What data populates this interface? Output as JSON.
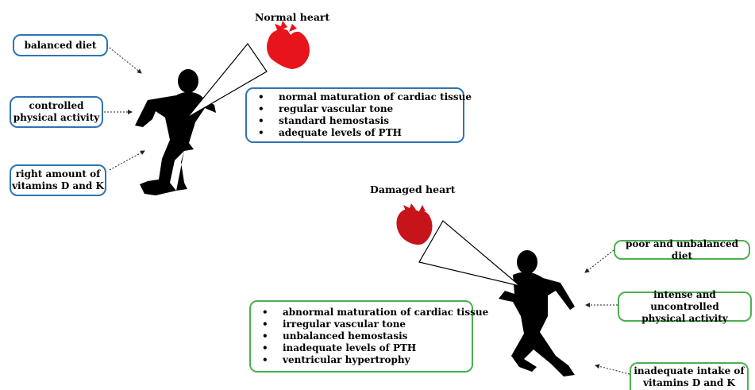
{
  "normal": {
    "heading": "Normal heart",
    "factors": [
      "balanced diet",
      "controlled\nphysical activity",
      "right amount of\nvitamins D and K"
    ],
    "effects": [
      "normal maturation of cardiac tissue",
      "regular vascular tone",
      "standard hemostasis",
      "adequate levels of PTH"
    ]
  },
  "damaged": {
    "heading": "Damaged heart",
    "factors": [
      "poor and unbalanced diet",
      "intense and uncontrolled\nphysical activity",
      "inadequate intake of\nvitamins D and K"
    ],
    "effects": [
      "abnormal maturation of cardiac tissue",
      "irregular vascular tone",
      "unbalanced hemostasis",
      "inadequate levels of PTH",
      "ventricular hypertrophy"
    ]
  },
  "colors": {
    "normal_border": "#2e74b5",
    "damaged_border": "#4caf50",
    "normal_heart": "#e8141b",
    "damaged_heart": "#c7141a",
    "silhouette": "#000000"
  }
}
